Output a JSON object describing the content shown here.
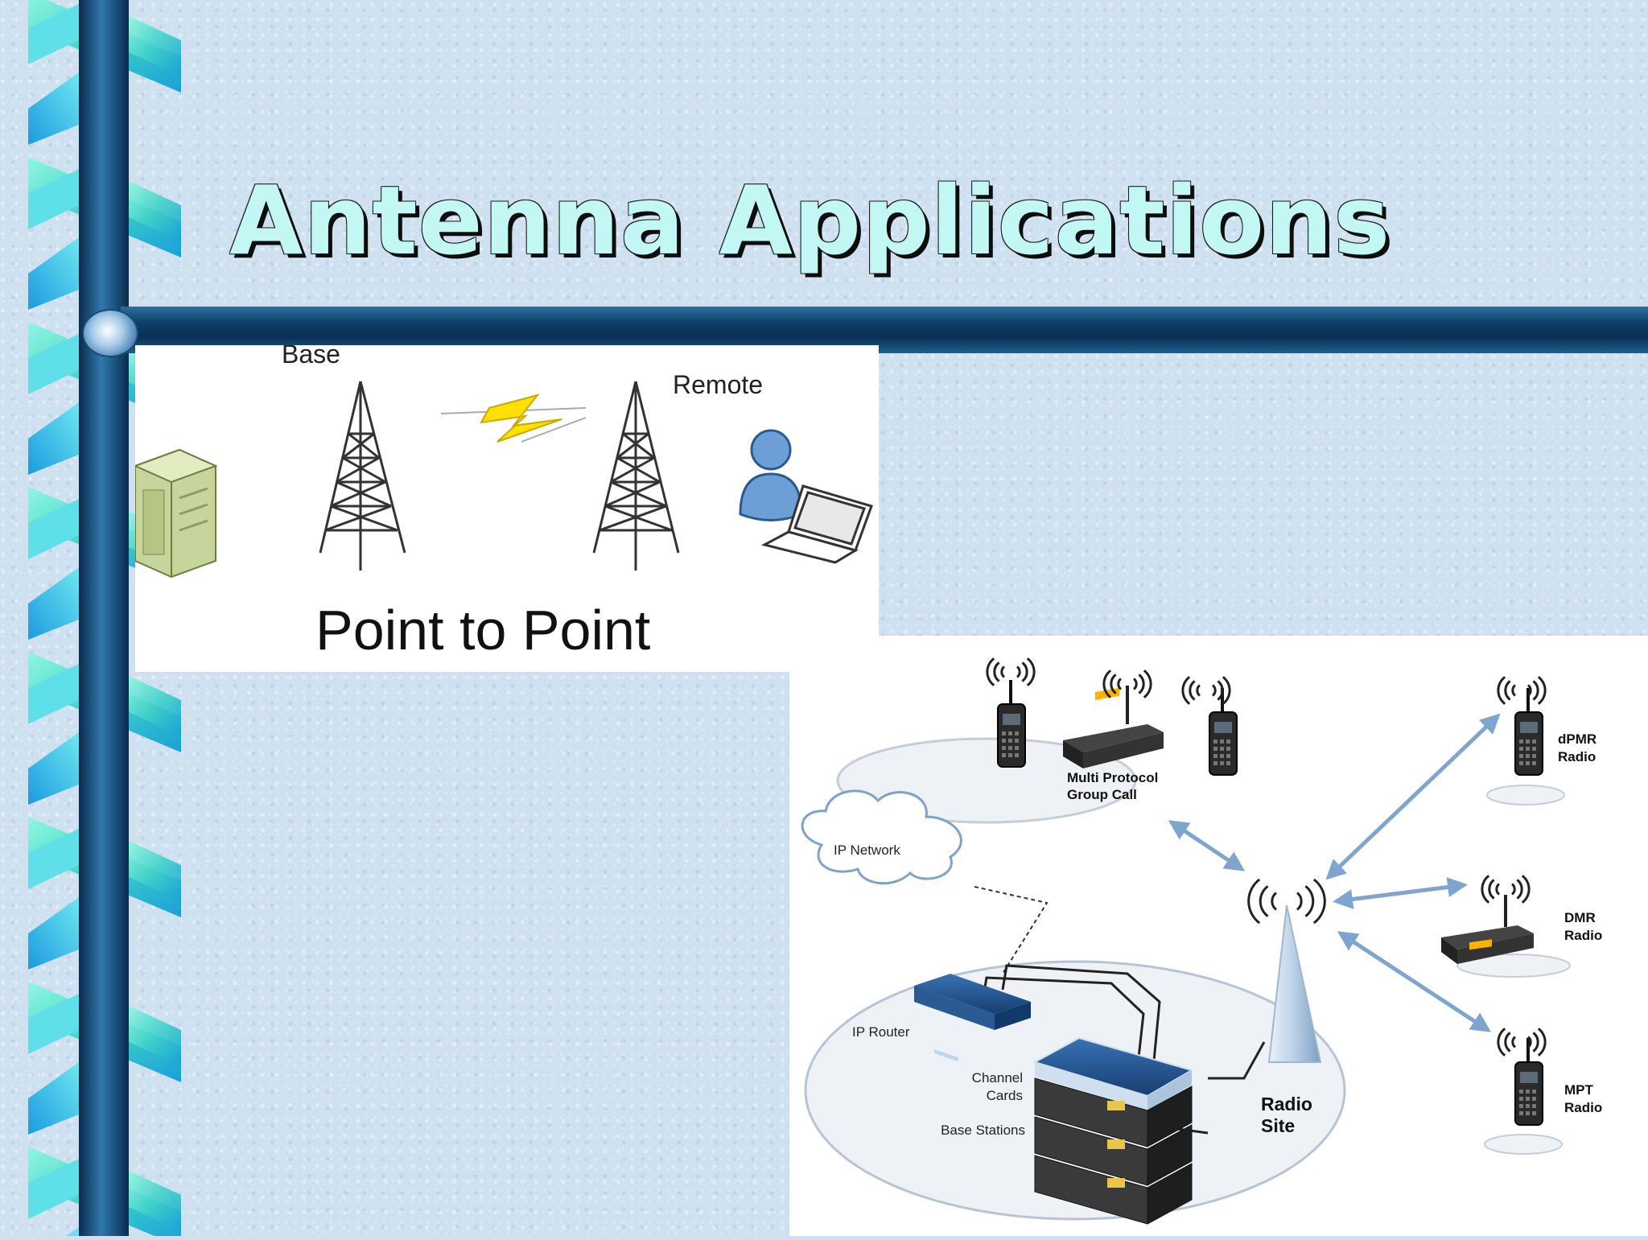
{
  "slide": {
    "title": "Antenna Applications"
  },
  "point_to_point": {
    "base_label": "Base",
    "remote_label": "Remote",
    "caption": "Point to Point"
  },
  "network_diagram": {
    "multi_protocol_line1": "Multi Protocol",
    "multi_protocol_line2": "Group Call",
    "ip_network": "IP Network",
    "ip_router": "IP Router",
    "channel_cards_line1": "Channel",
    "channel_cards_line2": "Cards",
    "base_stations": "Base Stations",
    "radio_site_line1": "Radio",
    "radio_site_line2": "Site",
    "dpmr_line1": "dPMR",
    "dpmr_line2": "Radio",
    "dmr_line1": "DMR",
    "dmr_line2": "Radio",
    "mpt_line1": "MPT",
    "mpt_line2": "Radio"
  }
}
